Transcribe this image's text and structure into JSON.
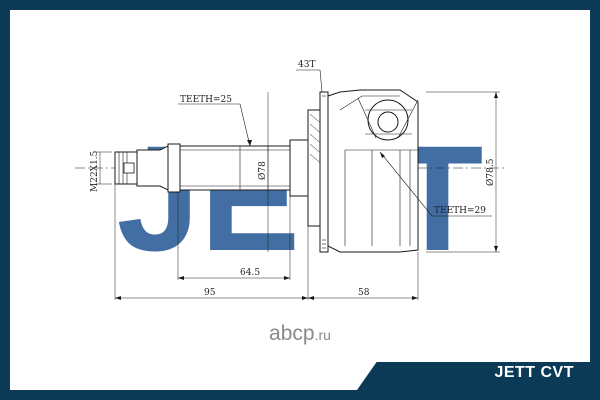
{
  "brand": {
    "watermark_logo": "JETT",
    "label": "JETT CVT"
  },
  "site_watermark": {
    "name": "аbcp",
    "tld": ".ru"
  },
  "annotations": {
    "teeth_left": "TEETH=25",
    "teeth_right": "TEETH=29",
    "abs_ring": "43T",
    "thread": "M22X1.5",
    "shaft_dia": "Ø78",
    "outer_dia": "Ø78.5",
    "dim_64_5": "64.5",
    "dim_95": "95",
    "dim_58": "58"
  },
  "colors": {
    "frame": "#0b3a57",
    "logo": "#2e5f9a",
    "line": "#1a1a1a"
  }
}
